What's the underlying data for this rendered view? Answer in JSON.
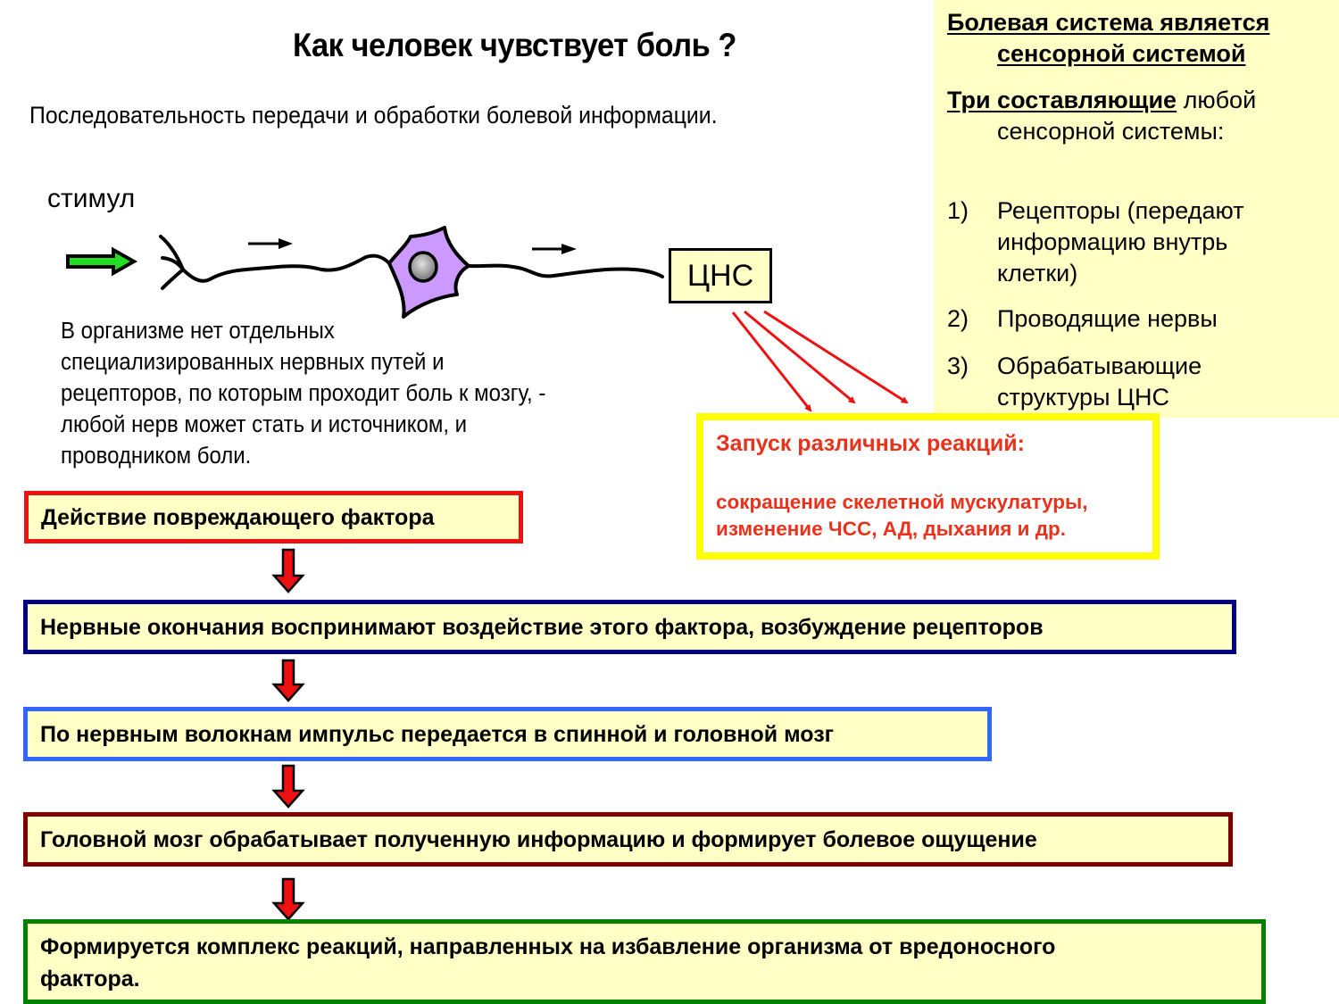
{
  "header": {
    "title": "Как человек чувствует боль ?",
    "subtitle": "Последовательность передачи и обработки болевой информации."
  },
  "sidebar": {
    "heading_line1": "Болевая система является",
    "heading_line2": "сенсорной системой",
    "components_bold": "Три составляющие",
    "components_rest": " любой",
    "components_line2": "сенсорной системы:",
    "items": [
      {
        "num": "1)",
        "lines": [
          "Рецепторы (передают",
          "информацию внутрь",
          "клетки)"
        ]
      },
      {
        "num": "2)",
        "lines": [
          "Проводящие нервы"
        ]
      },
      {
        "num": "3)",
        "lines": [
          "Обрабатывающие",
          "структуры ЦНС"
        ]
      }
    ],
    "background_color": "#ffffc6"
  },
  "diagram": {
    "stimulus_label": "стимул",
    "cns_label": "ЦНС",
    "stimulus_arrow_color": "#22dd22",
    "neuron_body_color": "#cc99ff",
    "direction_arrows": [
      "right-arrow-icon",
      "right-arrow-icon"
    ]
  },
  "note": {
    "lines": [
      "В организме нет отдельных",
      "специализированных нервных путей и",
      "рецепторов, по которым проходит боль к мозгу, -",
      "любой нерв может стать и источником, и",
      "проводником боли."
    ]
  },
  "reactions": {
    "title": "Запуск различных реакций:",
    "lines": [
      "сокращение скелетной мускулатуры,",
      "изменение ЧСС, АД, дыхания и др."
    ],
    "text_color": "#e8321c",
    "border_color": "#ffff00"
  },
  "steps": [
    {
      "lines": [
        "Действие повреждающего фактора"
      ],
      "border_color": "#ee1111"
    },
    {
      "lines": [
        "Нервные окончания воспринимают воздействие этого фактора, возбуждение рецепторов"
      ],
      "border_color": "#000080"
    },
    {
      "lines": [
        "По нервным волокнам импульс передается в спинной и головной мозг"
      ],
      "border_color": "#3366ff"
    },
    {
      "lines": [
        "Головной мозг обрабатывает полученную информацию и формирует болевое ощущение"
      ],
      "border_color": "#800000"
    },
    {
      "lines": [
        "Формируется комплекс реакций, направленных на избавление организма от вредоносного",
        "фактора."
      ],
      "border_color": "#008000"
    }
  ],
  "flow_arrow_color": "#ee1111"
}
